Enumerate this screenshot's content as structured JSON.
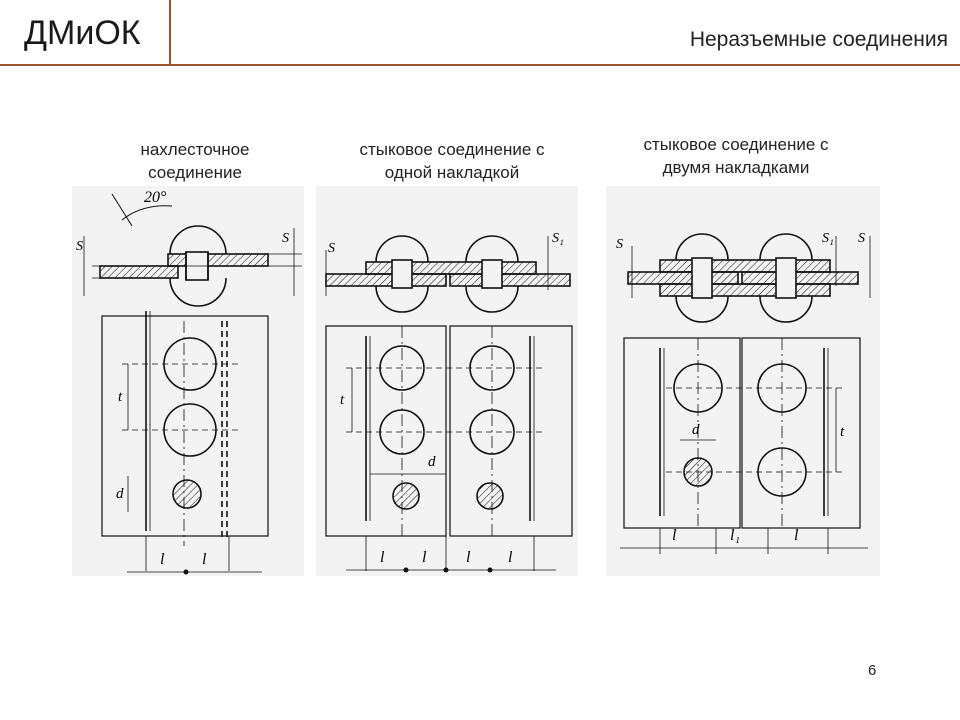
{
  "header": {
    "logo": "ДМиОК",
    "title": "Неразъемные соединения"
  },
  "captions": [
    [
      "нахлесточное",
      "соединение"
    ],
    [
      "стыковое соединение с",
      "одной накладкой"
    ],
    [
      "стыковое соединение с",
      "двумя накладками"
    ]
  ],
  "figure1": {
    "angle": "20°",
    "s": "S",
    "t": "t",
    "d": "d",
    "l": "l"
  },
  "figure2": {
    "s": "S",
    "s1": "S₁",
    "t": "t",
    "d": "d",
    "l": "l"
  },
  "figure3": {
    "s": "S",
    "s1": "S₁",
    "t": "t",
    "d": "d",
    "l": "l",
    "l1": "l₁"
  },
  "page_number": "6"
}
